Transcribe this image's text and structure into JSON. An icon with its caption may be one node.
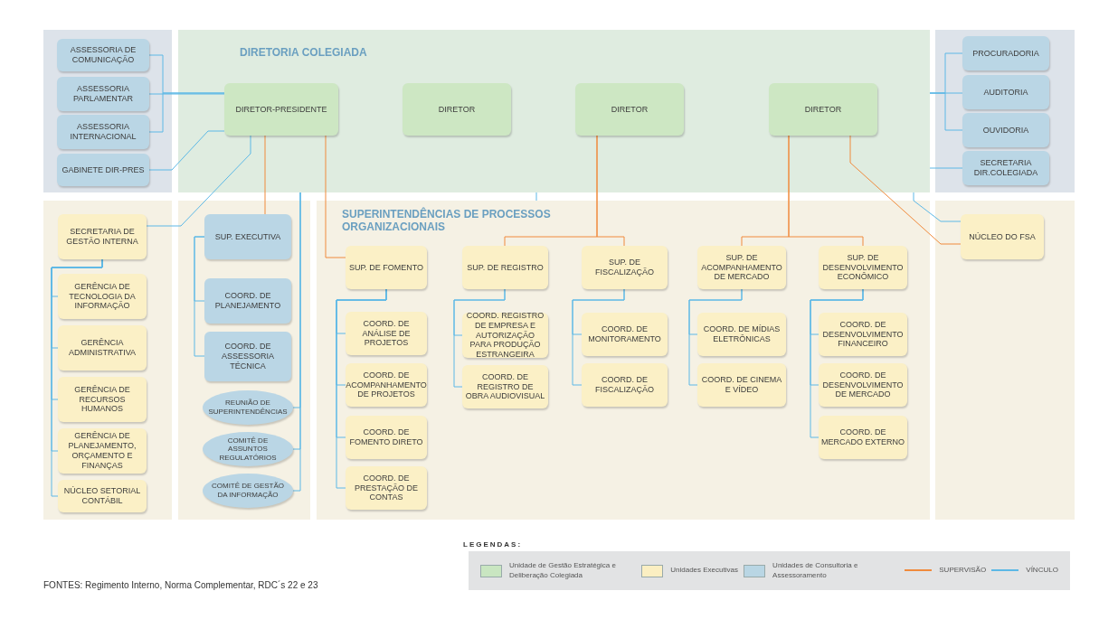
{
  "diagram": {
    "nodes": [
      {
        "text": [
          "DIRETORIA COLEGIADA"
        ]
      },
      {
        "text": [
          "DIRETOR-PRESIDENTE"
        ],
        "in": 0
      },
      {
        "text": [
          "DIRETOR"
        ],
        "in": 0
      },
      {
        "text": [
          "DIRETOR"
        ],
        "in": 0
      },
      {
        "text": [
          "DIRETOR"
        ],
        "in": 0
      },
      {
        "text": [
          "ASSESSORIA DE COMUNICAÇÃO"
        ]
      },
      {
        "text": [
          "ASSESSORIA PARLAMENTAR"
        ]
      },
      {
        "text": [
          "ASSESSORIA INTERNACIONAL"
        ]
      },
      {
        "text": [
          "GABINETE DIR-PRES"
        ]
      },
      {
        "text": [
          "PROCURADORIA"
        ]
      },
      {
        "text": [
          "AUDITORIA"
        ]
      },
      {
        "text": [
          "OUVIDORIA"
        ]
      },
      {
        "text": [
          "SECRETARIA DIR.COLEGIADA"
        ]
      },
      {
        "text": [
          "SECRETARIA DE GESTÃO INTERNA"
        ]
      },
      {
        "text": [
          "GERÊNCIA DE TECNOLOGIA DA INFORMAÇÃO"
        ]
      },
      {
        "text": [
          "GERÊNCIA ADMINISTRATIVA"
        ]
      },
      {
        "text": [
          "GERÊNCIA DE RECURSOS HUMANOS"
        ]
      },
      {
        "text": [
          "GERÊNCIA DE PLANEJAMENTO, ORÇAMENTO E FINANÇAS"
        ]
      },
      {
        "text": [
          "NÚCLEO SETORIAL CONTÁBIL"
        ]
      },
      {
        "text": [
          "SUP. EXECUTIVA"
        ]
      },
      {
        "text": [
          "COORD. DE PLANEJAMENTO"
        ]
      },
      {
        "text": [
          "COORD. DE ASSESSORIA TÉCNICA"
        ]
      },
      {
        "text": [
          "REUNIÃO DE SUPERINTENDÊNCIAS"
        ]
      },
      {
        "text": [
          "COMITÊ DE ASSUNTOS REGULATÓRIOS"
        ]
      },
      {
        "text": [
          "COMITÊ DE GESTÃO DA INFORMAÇÃO"
        ]
      },
      {
        "text": [
          "SUPERINTENDÊNCIAS DE PROCESSOS ORGANIZACIONAIS"
        ]
      },
      {
        "text": [
          "SUP. DE FOMENTO"
        ],
        "in": 25
      },
      {
        "text": [
          "COORD. DE ANÁLISE DE PROJETOS"
        ],
        "in": 25
      },
      {
        "text": [
          "COORD. DE ACOMPANHAMENTO DE PROJETOS"
        ],
        "in": 25
      },
      {
        "text": [
          "COORD. DE FOMENTO DIRETO"
        ],
        "in": 25
      },
      {
        "text": [
          "COORD. DE PRESTAÇÃO DE CONTAS"
        ],
        "in": 25
      },
      {
        "text": [
          "SUP. DE REGISTRO"
        ],
        "in": 25
      },
      {
        "text": [
          "COORD. REGISTRO DE EMPRESA E AUTORIZAÇÃO PARA PRODUÇÃO ESTRANGEIRA"
        ],
        "in": 25
      },
      {
        "text": [
          "COORD. DE REGISTRO DE OBRA AUDIOVISUAL"
        ],
        "in": 25
      },
      {
        "text": [
          "SUP. DE FISCALIZAÇÃO"
        ],
        "in": 25
      },
      {
        "text": [
          "COORD. DE MONITORAMENTO"
        ],
        "in": 25
      },
      {
        "text": [
          "COORD. DE FISCALIZAÇÃO"
        ],
        "in": 25
      },
      {
        "text": [
          "SUP. DE ACOMPANHAMENTO DE MERCADO"
        ],
        "in": 25
      },
      {
        "text": [
          "COORD. DE MÍDIAS ELETRÔNICAS"
        ],
        "in": 25
      },
      {
        "text": [
          "COORD. DE CINEMA E VÍDEO"
        ],
        "in": 25
      },
      {
        "text": [
          "SUP. DE DESENVOLVIMENTO ECONÔMICO"
        ],
        "in": 25
      },
      {
        "text": [
          "COORD. DE DESENVOLVIMENTO FINANCEIRO"
        ],
        "in": 25
      },
      {
        "text": [
          "COORD. DE DESENVOLVIMENTO DE MERCADO"
        ],
        "in": 25
      },
      {
        "text": [
          "COORD. DE MERCADO EXTERNO"
        ],
        "in": 25
      },
      {
        "text": [
          "NÚCLEO DO FSA"
        ]
      }
    ],
    "edges": [
      {
        "from": 5,
        "to": 1,
        "arrow": "none"
      },
      {
        "from": 6,
        "to": 1,
        "arrow": "none"
      },
      {
        "from": 7,
        "to": 1,
        "arrow": "none"
      },
      {
        "from": 8,
        "to": 1,
        "arrow": "none"
      },
      {
        "from": 13,
        "to": 1,
        "arrow": "none"
      },
      {
        "from": 0,
        "to": 9,
        "arrow": "none"
      },
      {
        "from": 0,
        "to": 10,
        "arrow": "none"
      },
      {
        "from": 0,
        "to": 11,
        "arrow": "none"
      },
      {
        "from": 0,
        "to": 12,
        "arrow": "none"
      },
      {
        "from": 0,
        "to": 44,
        "arrow": "none"
      },
      {
        "from": 1,
        "to": 19,
        "arrow": "none",
        "color": "#f08a3c"
      },
      {
        "from": 1,
        "to": 26,
        "arrow": "none",
        "color": "#f08a3c"
      },
      {
        "from": 3,
        "to": 31,
        "arrow": "none",
        "color": "#f08a3c"
      },
      {
        "from": 3,
        "to": 34,
        "arrow": "none",
        "color": "#f08a3c"
      },
      {
        "from": 4,
        "to": 37,
        "arrow": "none",
        "color": "#f08a3c"
      },
      {
        "from": 4,
        "to": 40,
        "arrow": "none",
        "color": "#f08a3c"
      },
      {
        "from": 4,
        "to": 44,
        "arrow": "none",
        "color": "#f08a3c"
      },
      {
        "from": 0,
        "to": 25,
        "arrow": "none"
      },
      {
        "from": 0,
        "to": 22,
        "arrow": "none"
      },
      {
        "from": 0,
        "to": 23,
        "arrow": "none"
      },
      {
        "from": 0,
        "to": 24,
        "arrow": "none"
      },
      {
        "from": 13,
        "to": 14,
        "arrow": "none"
      },
      {
        "from": 13,
        "to": 15,
        "arrow": "none"
      },
      {
        "from": 13,
        "to": 16,
        "arrow": "none"
      },
      {
        "from": 13,
        "to": 17,
        "arrow": "none"
      },
      {
        "from": 13,
        "to": 18,
        "arrow": "none"
      },
      {
        "from": 19,
        "to": 20,
        "arrow": "none"
      },
      {
        "from": 19,
        "to": 21,
        "arrow": "none"
      },
      {
        "from": 26,
        "to": 27,
        "arrow": "none"
      },
      {
        "from": 26,
        "to": 28,
        "arrow": "none"
      },
      {
        "from": 26,
        "to": 29,
        "arrow": "none"
      },
      {
        "from": 26,
        "to": 30,
        "arrow": "none"
      },
      {
        "from": 31,
        "to": 32,
        "arrow": "none"
      },
      {
        "from": 31,
        "to": 33,
        "arrow": "none"
      },
      {
        "from": 34,
        "to": 35,
        "arrow": "none"
      },
      {
        "from": 34,
        "to": 36,
        "arrow": "none"
      },
      {
        "from": 37,
        "to": 38,
        "arrow": "none"
      },
      {
        "from": 37,
        "to": 39,
        "arrow": "none"
      },
      {
        "from": 40,
        "to": 41,
        "arrow": "none"
      },
      {
        "from": 40,
        "to": 42,
        "arrow": "none"
      },
      {
        "from": 40,
        "to": 43,
        "arrow": "none"
      }
    ],
    "labels": [
      "LEGENDAS:",
      "FONTES: Regimento Interno, Norma Complementar, RDC´s 22 e 23"
    ],
    "legend": [
      {
        "text": "Unidade de Gestão Estratégica e Deliberação Colegiada",
        "color": "#c9e6c1"
      },
      {
        "text": "Unidades Executivas",
        "color": "#fbefc2"
      },
      {
        "text": "Unidades de Consultoria e Assessoramento",
        "color": "#b9d6e4"
      },
      {
        "text": "SUPERVISÃO"
      },
      {
        "text": "VÍNCULO"
      }
    ]
  }
}
